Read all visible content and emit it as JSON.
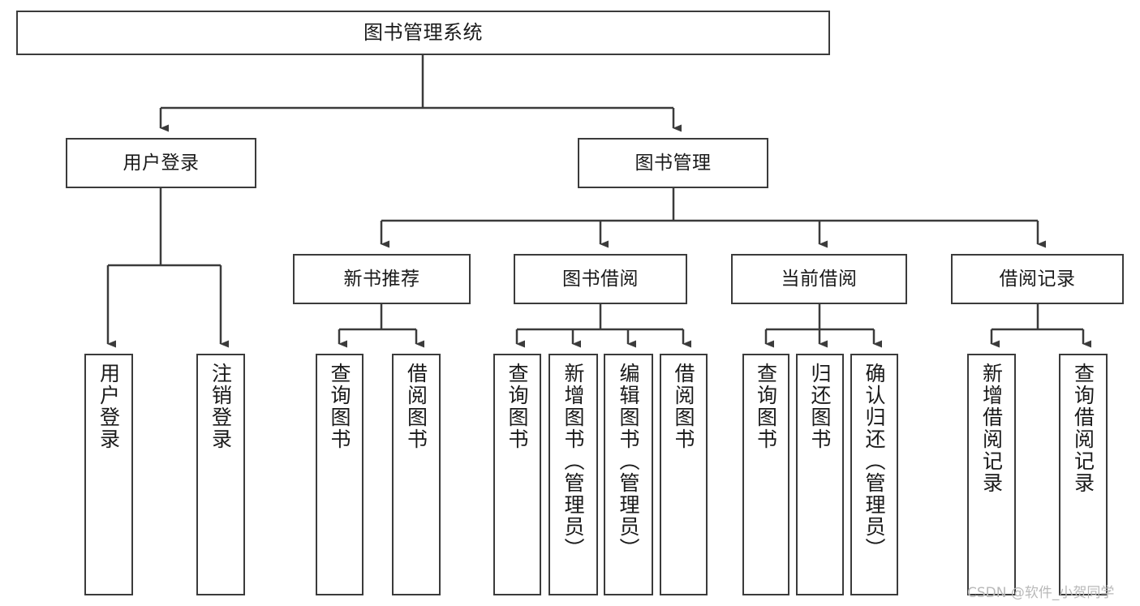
{
  "diagram": {
    "title": "图书管理系统",
    "type": "tree-hierarchy",
    "orientation": "top-down",
    "colors": {
      "node_border": "#3b3b3b",
      "node_fill": "#ffffff",
      "edge": "#3b3b3b",
      "text": "#1a1a1a",
      "watermark": "#b9b9b9",
      "background": "#ffffff"
    },
    "levels": {
      "root": "图书管理系统",
      "level2": [
        "用户登录",
        "图书管理"
      ],
      "level3": [
        "新书推荐",
        "图书借阅",
        "当前借阅",
        "借阅记录"
      ]
    }
  },
  "nodes": {
    "root": {
      "label": "图书管理系统"
    },
    "user_login": {
      "label": "用户登录"
    },
    "book_manage": {
      "label": "图书管理"
    },
    "new_book_rec": {
      "label": "新书推荐"
    },
    "book_borrow": {
      "label": "图书借阅"
    },
    "current_borrow": {
      "label": "当前借阅"
    },
    "borrow_record": {
      "label": "借阅记录"
    },
    "leaf_user_login": {
      "label": "用户登录"
    },
    "leaf_logout": {
      "label": "注销登录"
    },
    "leaf_query_book_1": {
      "label": "查询图书"
    },
    "leaf_borrow_book_1": {
      "label": "借阅图书"
    },
    "leaf_query_book_2": {
      "label": "查询图书"
    },
    "leaf_add_book": {
      "label": "新增图书（管理员）"
    },
    "leaf_edit_book": {
      "label": "编辑图书（管理员）"
    },
    "leaf_borrow_book_2": {
      "label": "借阅图书"
    },
    "leaf_query_book_3": {
      "label": "查询图书"
    },
    "leaf_return_book": {
      "label": "归还图书"
    },
    "leaf_confirm_return": {
      "label": "确认归还（管理员）"
    },
    "leaf_add_record": {
      "label": "新增借阅记录"
    },
    "leaf_query_record": {
      "label": "查询借阅记录"
    }
  },
  "watermark": {
    "text": "CSDN @软件_小贺同学"
  }
}
